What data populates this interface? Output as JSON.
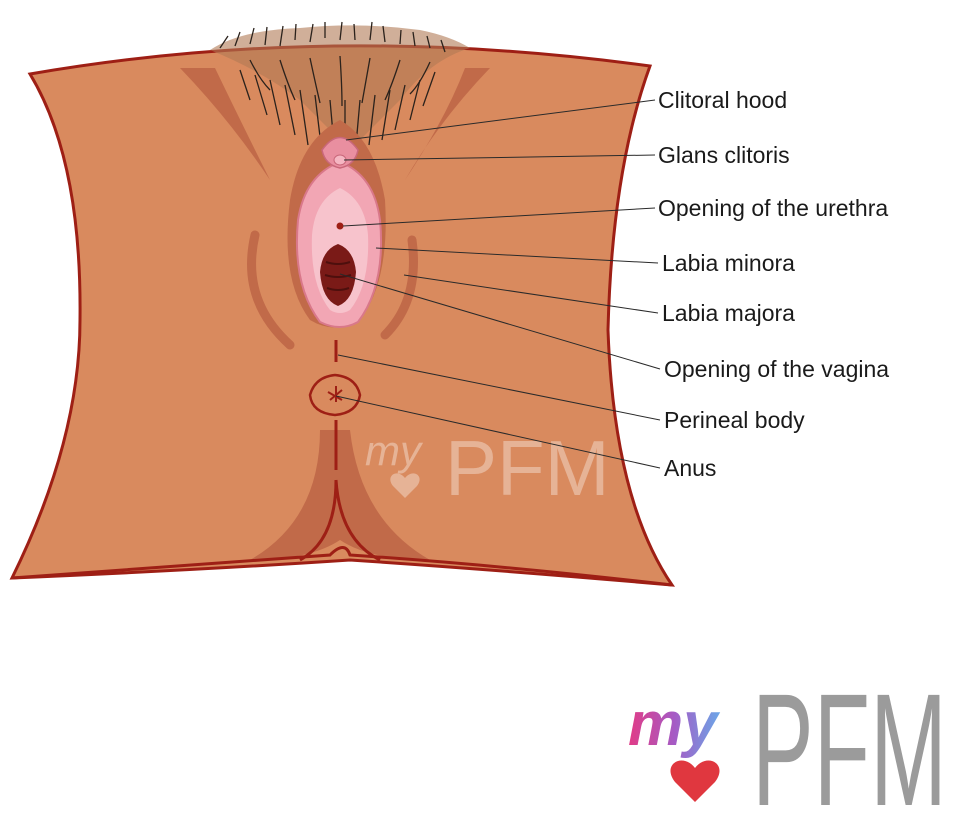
{
  "labels": {
    "clitoral_hood": "Clitoral hood",
    "glans_clitoris": "Glans clitoris",
    "urethra_opening": "Opening of the urethra",
    "labia_minora": "Labia minora",
    "labia_majora": "Labia majora",
    "vagina_opening": "Opening of the vagina",
    "perineal_body": "Perineal body",
    "anus": "Anus"
  },
  "logo": {
    "my": "my",
    "pfm": "PFM"
  },
  "watermark": {
    "my": "my",
    "pfm": "PFM"
  },
  "colors": {
    "skin": "#d98a5e",
    "skin_shadow": "#c16a49",
    "outline": "#9e1f15",
    "labia_minora": "#f2a6b4",
    "vestibule": "#f7c3cc",
    "vagina": "#7a1a17",
    "hair": "#2b221c",
    "logo_gray": "#9b9b9b",
    "logo_gradient_start": "#e23b86",
    "logo_gradient_end": "#6aa8e8",
    "heart": "#e0373f"
  },
  "icons": {
    "heart": "heart-icon"
  }
}
